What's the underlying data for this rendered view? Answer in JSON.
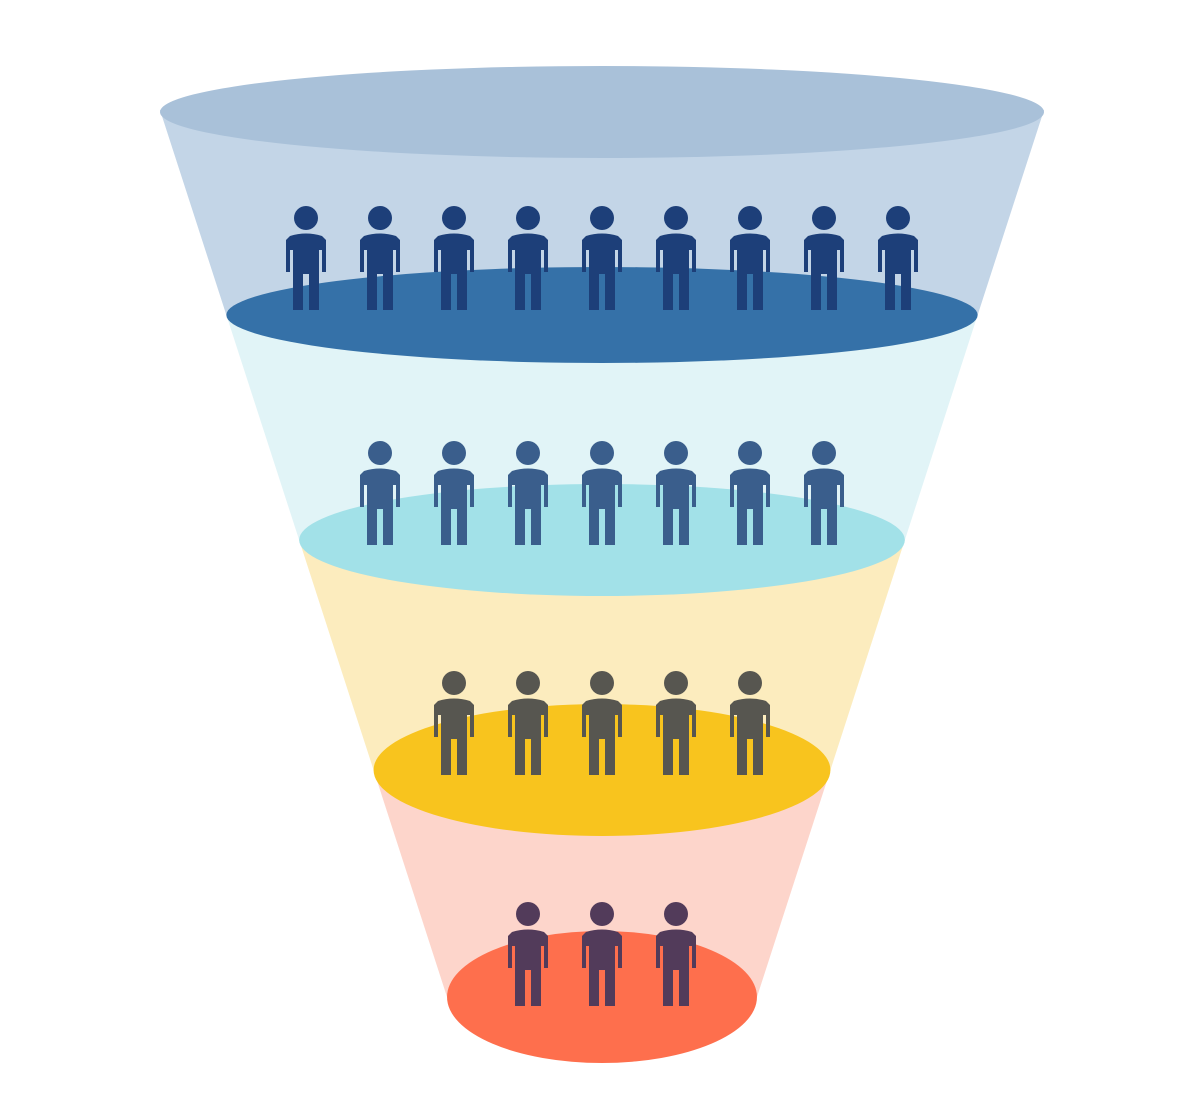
{
  "diagram": {
    "type": "funnel",
    "stage_count": 4,
    "top_rim_color": "#A9C1D9",
    "stages": [
      {
        "people_count": 9,
        "band_color": "#C3D5E7",
        "disc_color": "#3571A8",
        "person_color": "#1D3F79",
        "person_icon": "person-icon"
      },
      {
        "people_count": 7,
        "band_color": "#E1F4F7",
        "disc_color": "#A2E1E8",
        "person_color": "#3A5E8C",
        "person_icon": "person-icon"
      },
      {
        "people_count": 5,
        "band_color": "#FCECBE",
        "disc_color": "#F8C41E",
        "person_color": "#575650",
        "person_icon": "person-icon"
      },
      {
        "people_count": 3,
        "band_color": "#FDD5CB",
        "disc_color": "#FE6F4D",
        "person_color": "#523B5A",
        "person_icon": "person-icon"
      }
    ]
  }
}
